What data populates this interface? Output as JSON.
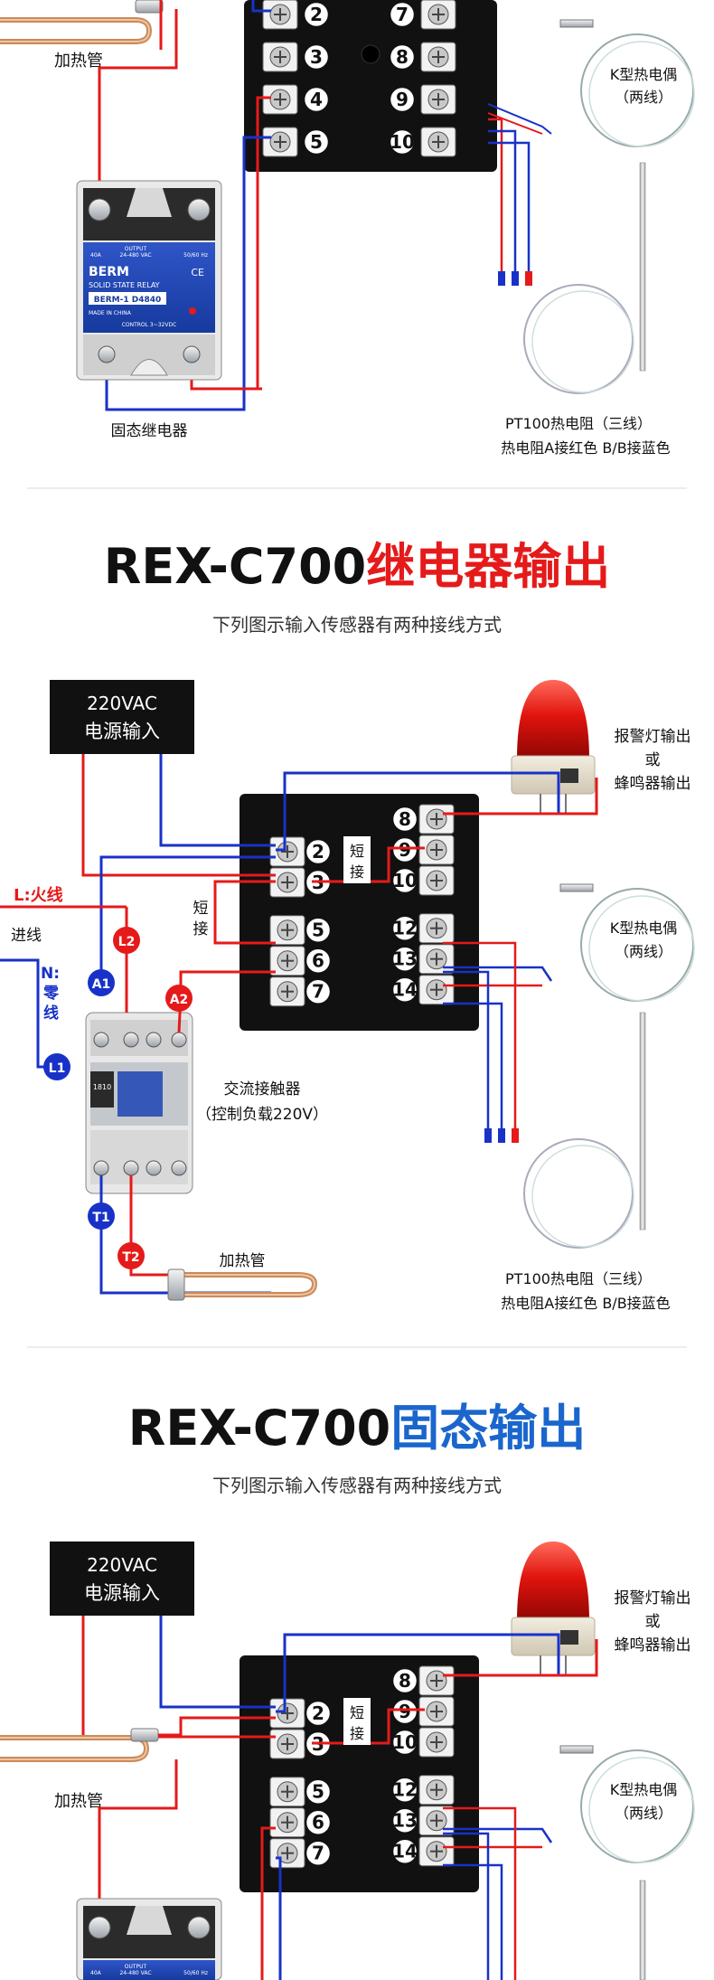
{
  "colors": {
    "red": "#e51a1a",
    "blue": "#1832c8",
    "title_blue": "#1a66cc",
    "black": "#111111",
    "panel_bg": "#111111"
  },
  "section1": {
    "terminals_left": [
      "2",
      "3",
      "4",
      "5"
    ],
    "terminals_right": [
      "7",
      "8",
      "9",
      "10"
    ],
    "heater_label": "加热管",
    "ssr_label": "固态继电器",
    "ssr_brand": "BERM",
    "ssr_subtitle": "SOLID STATE RELAY",
    "ssr_model": "BERM-1 D4840",
    "ssr_origin": "MADE IN CHINA",
    "ssr_control": "CONTROL 3~32VDC",
    "ssr_output": "OUTPUT",
    "ssr_current": "40A",
    "ssr_voltage": "24-480 VAC",
    "ssr_freq": "50/60 Hz",
    "ssr_ce": "CE",
    "k_label_1": "K型热电偶",
    "k_label_2": "（两线）",
    "pt_label_1": "PT100热电阻（三线）",
    "pt_label_2": "热电阻A接红色  B/B接蓝色"
  },
  "section2": {
    "title_black": "REX-C700",
    "title_red": "继电器输出",
    "subtitle": "下列图示输入传感器有两种接线方式",
    "power_line1": "220VAC",
    "power_line2": "电源输入",
    "alarm_line1": "报警灯输出",
    "alarm_line2": "或",
    "alarm_line3": "蜂鸣器输出",
    "terminals_left": [
      "2",
      "3",
      "5",
      "6",
      "7"
    ],
    "terminals_right": [
      "8",
      "9",
      "10",
      "12",
      "13",
      "14"
    ],
    "short_1": "短",
    "short_2": "接",
    "short_left_1": "短",
    "short_left_2": "接",
    "live_label": "L:火线",
    "inlet_label": "进线",
    "neutral_1": "N:",
    "neutral_2": "零",
    "neutral_3": "线",
    "badges": [
      "A1",
      "A2",
      "L1",
      "L2",
      "T1",
      "T2"
    ],
    "contactor_label_1": "交流接触器",
    "contactor_label_2": "（控制负载220V）",
    "contactor_model": "1810",
    "heater_label": "加热管",
    "k_label_1": "K型热电偶",
    "k_label_2": "（两线）",
    "pt_label_1": "PT100热电阻（三线）",
    "pt_label_2": "热电阻A接红色  B/B接蓝色"
  },
  "section3": {
    "title_black": "REX-C700",
    "title_blue": "固态输出",
    "subtitle": "下列图示输入传感器有两种接线方式",
    "power_line1": "220VAC",
    "power_line2": "电源输入",
    "alarm_line1": "报警灯输出",
    "alarm_line2": "或",
    "alarm_line3": "蜂鸣器输出",
    "terminals_left": [
      "2",
      "3",
      "5",
      "6",
      "7"
    ],
    "terminals_right": [
      "8",
      "9",
      "10",
      "12",
      "13",
      "14"
    ],
    "short_1": "短",
    "short_2": "接",
    "heater_label": "加热管",
    "k_label_1": "K型热电偶",
    "k_label_2": "（两线）",
    "ssr_current": "40A",
    "ssr_voltage": "24-480 VAC",
    "ssr_freq": "50/60 Hz",
    "ssr_output": "OUTPUT"
  }
}
